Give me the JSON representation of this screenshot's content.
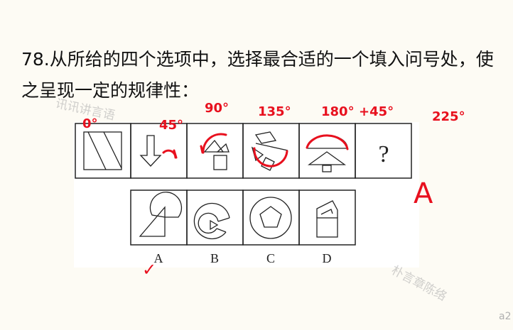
{
  "question": {
    "text": "78.从所给的四个选项中，选择最合适的一个填入问号处，使之呈现一定的规律性："
  },
  "sequence": {
    "unknown_mark": "?"
  },
  "options": [
    {
      "label": "A"
    },
    {
      "label": "B"
    },
    {
      "label": "C"
    },
    {
      "label": "D"
    }
  ],
  "annotations": {
    "angles": [
      "0°",
      "45°",
      "90°",
      "135°",
      "180°",
      "+45°",
      "225°"
    ],
    "answer": "A",
    "check_mark": "✓",
    "color": "#e8101e"
  },
  "watermarks": [
    "讯讯讲言语",
    "朴言章陈络"
  ],
  "page_number": "a2"
}
